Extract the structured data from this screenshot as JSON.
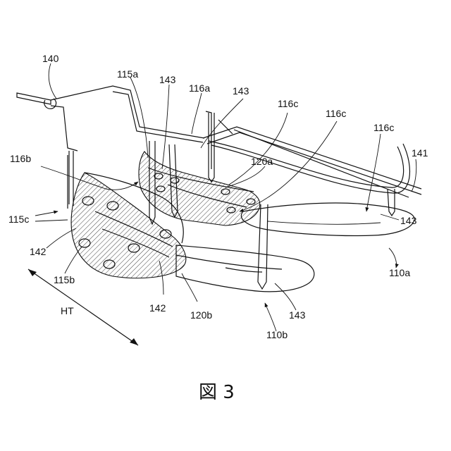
{
  "figure": {
    "caption": "図 3",
    "direction_label": "HT"
  },
  "labels": {
    "l140": "140",
    "l115a": "115a",
    "l143a": "143",
    "l116a": "116a",
    "l143b": "143",
    "l116c_1": "116c",
    "l116c_2": "116c",
    "l116c_3": "116c",
    "l141": "141",
    "l116b": "116b",
    "l120a": "120a",
    "l115c": "115c",
    "l143c": "143",
    "l142_left": "142",
    "l115b": "115b",
    "l110a": "110a",
    "l142_bottom": "142",
    "l120b": "120b",
    "l143d": "143",
    "l110b": "110b"
  }
}
